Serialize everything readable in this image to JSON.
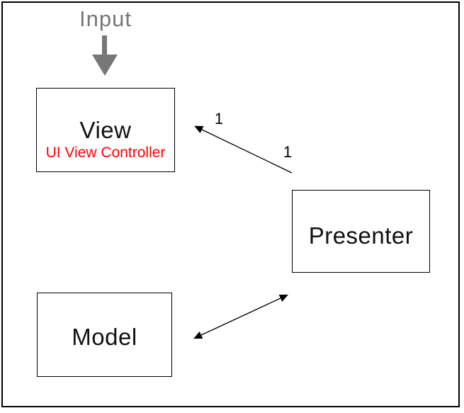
{
  "colors": {
    "accent_red": "#ff0000",
    "muted_gray": "#777777",
    "line_black": "#000000",
    "background": "#ffffff"
  },
  "labels": {
    "input": "Input"
  },
  "nodes": {
    "view": {
      "title": "View",
      "subtitle": "UI View Controller"
    },
    "presenter": {
      "title": "Presenter"
    },
    "model": {
      "title": "Model"
    }
  },
  "edges": {
    "presenter_view": {
      "view_end_label": "1",
      "presenter_end_label": "1"
    }
  }
}
